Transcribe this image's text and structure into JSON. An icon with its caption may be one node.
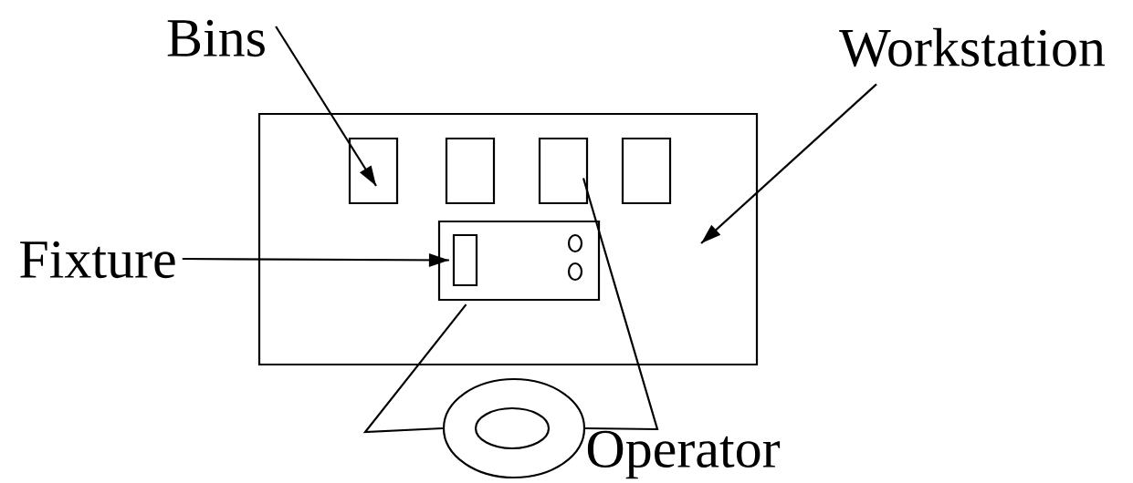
{
  "diagram": {
    "nodes": [
      {
        "text": [],
        "shape": "box"
      },
      {
        "text": [],
        "shape": "box",
        "in": 0
      },
      {
        "text": [],
        "shape": "box",
        "in": 0
      },
      {
        "text": [],
        "shape": "box",
        "in": 0
      },
      {
        "text": [],
        "shape": "box",
        "in": 0
      },
      {
        "text": [],
        "shape": "box",
        "in": 0
      },
      {
        "text": [],
        "shape": "box",
        "in": 5
      },
      {
        "text": [],
        "shape": "circle",
        "in": 5
      },
      {
        "text": [],
        "shape": "circle",
        "in": 5
      },
      {
        "text": [],
        "shape": "person",
        "beside": [
          "Operator"
        ]
      },
      {
        "text": [
          "Bins"
        ]
      },
      {
        "text": [
          "Workstation"
        ]
      },
      {
        "text": [
          "Fixture"
        ]
      }
    ],
    "edges": [
      {
        "from": 10,
        "to": 1,
        "arrow": "to"
      },
      {
        "from": 11,
        "to": 0,
        "arrow": "to"
      },
      {
        "from": 12,
        "to": 6,
        "arrow": "to"
      },
      {
        "from": 9,
        "to": 5,
        "arrow": "none"
      },
      {
        "from": 9,
        "to": 3,
        "arrow": "none"
      }
    ]
  }
}
